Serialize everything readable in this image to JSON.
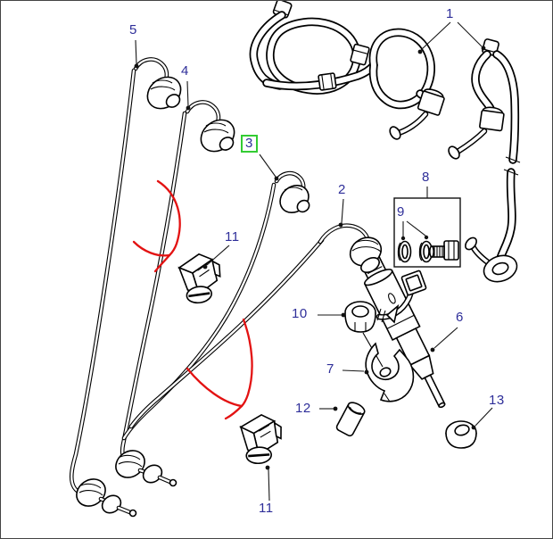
{
  "diagram": {
    "kind": "exploded-parts-diagram",
    "subject": "fuel-injection-pipes-injector-and-spill-hoses",
    "background": "#ffffff",
    "colors": {
      "line": "#000000",
      "label": "#2e2e99",
      "highlight_box": "#33cc33",
      "arrow": "#e31212"
    }
  },
  "callouts": [
    {
      "part_number": "1",
      "label": "1",
      "highlighted": false
    },
    {
      "part_number": "2",
      "label": "2",
      "highlighted": false
    },
    {
      "part_number": "3",
      "label": "3",
      "highlighted": true
    },
    {
      "part_number": "4",
      "label": "4",
      "highlighted": false
    },
    {
      "part_number": "5",
      "label": "5",
      "highlighted": false
    },
    {
      "part_number": "6",
      "label": "6",
      "highlighted": false
    },
    {
      "part_number": "7",
      "label": "7",
      "highlighted": false
    },
    {
      "part_number": "8",
      "label": "8",
      "highlighted": false
    },
    {
      "part_number": "9",
      "label": "9",
      "highlighted": false
    },
    {
      "part_number": "10",
      "label": "10",
      "highlighted": false
    },
    {
      "part_number": "11",
      "label": "11",
      "highlighted": false
    },
    {
      "part_number": "11",
      "label": "11",
      "highlighted": false
    },
    {
      "part_number": "12",
      "label": "12",
      "highlighted": false
    },
    {
      "part_number": "13",
      "label": "13",
      "highlighted": false
    }
  ]
}
